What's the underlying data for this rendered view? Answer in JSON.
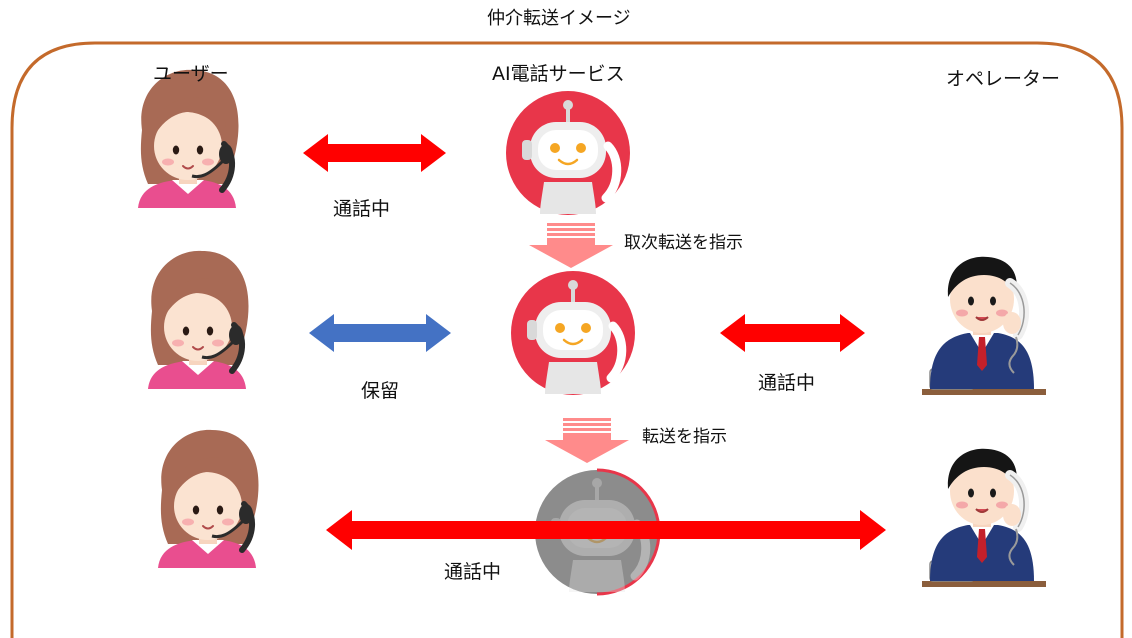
{
  "title": "仲介転送イメージ",
  "headers": {
    "user": "ユーザー",
    "ai_service": "AI電話サービス",
    "operator": "オペレーター"
  },
  "rows": [
    {
      "left_label": "通話中"
    },
    {
      "left_label": "保留",
      "right_label": "通話中"
    },
    {
      "span_label": "通話中"
    }
  ],
  "steps": [
    {
      "label": "取次転送を指示"
    },
    {
      "label": "転送を指示"
    }
  ],
  "colors": {
    "frame": "#c46a2b",
    "call_arrow": "#ff0000",
    "hold_arrow": "#4472c4",
    "step_arrow": "#ff8b8b",
    "robot_circle": "#e8364a",
    "robot_circle_inactive": "#8c8c8c"
  },
  "icons": {
    "user": "woman-headset-icon",
    "robot": "robot-phone-icon",
    "operator": "operator-phone-icon"
  }
}
